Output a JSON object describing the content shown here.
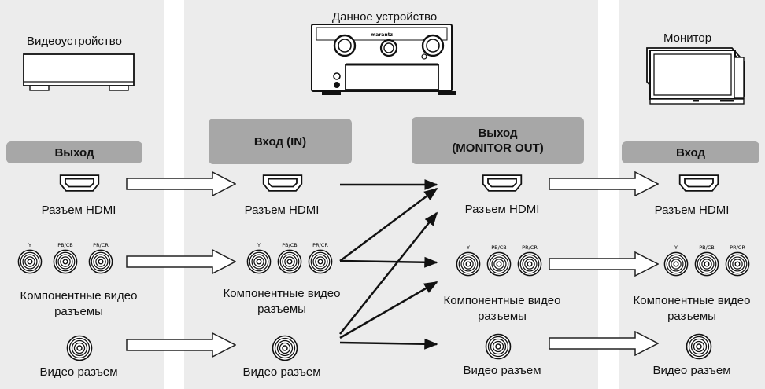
{
  "columns": {
    "source": {
      "device_label": "Видеоустройство",
      "header": "Выход",
      "labels": {
        "hdmi": "Разъем HDMI",
        "component_l1": "Компонентные видео",
        "component_l2": "разъемы",
        "video": "Видео разъем"
      }
    },
    "device": {
      "device_label": "Данное устройство",
      "in_header": "Вход (IN)",
      "out_header_l1": "Выход",
      "out_header_l2": "(MONITOR OUT)",
      "in_labels": {
        "hdmi": "Разъем HDMI",
        "component_l1": "Компонентные видео",
        "component_l2": "разъемы",
        "video": "Видео разъем"
      },
      "out_labels": {
        "hdmi": "Разъем HDMI",
        "component_l1": "Компонентные видео",
        "component_l2": "разъемы",
        "video": "Видео разъем"
      }
    },
    "monitor": {
      "device_label": "Монитор",
      "header": "Вход",
      "labels": {
        "hdmi": "Разъем HDMI",
        "component_l1": "Компонентные видео",
        "component_l2": "разъемы",
        "video": "Видео разъем"
      }
    }
  },
  "jack_labels": {
    "y": "Y",
    "pb": "PB/CB",
    "pr": "PR/CR"
  },
  "device_brand": "marantz",
  "colors": {
    "panel": "#ececec",
    "header": "#a7a7a7",
    "arrow": "#111111"
  }
}
